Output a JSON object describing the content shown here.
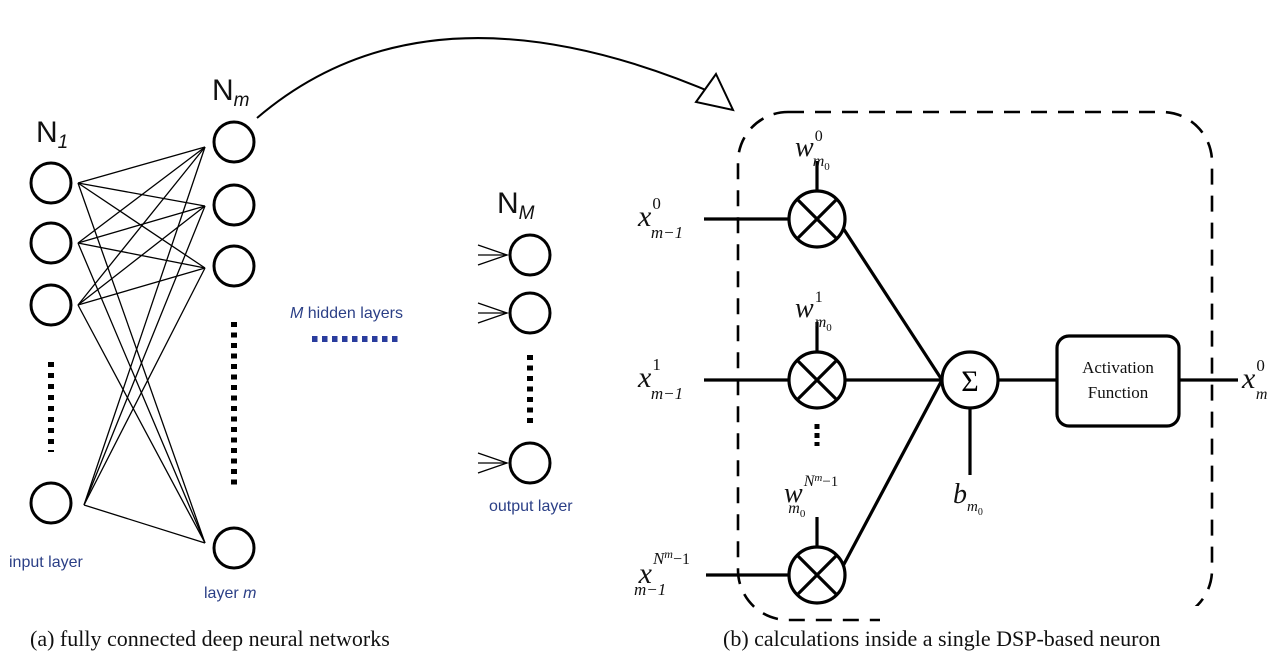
{
  "panel_a": {
    "input_layer": {
      "title": "N",
      "subscript": "1",
      "label": "input layer",
      "visible_nodes": 4
    },
    "hidden_layer": {
      "title": "N",
      "subscript": "m",
      "label_prefix": "layer ",
      "label_var": "m",
      "visible_nodes": 4
    },
    "middle": {
      "label_var": "M",
      "label_text": " hidden layers"
    },
    "output_layer": {
      "title": "N",
      "subscript": "M",
      "label": "output layer",
      "visible_nodes": 3
    },
    "caption": "(a) fully connected deep neural networks",
    "colors": {
      "label_blue": "#2b3f86",
      "dots_blue": "#2a3d9e"
    }
  },
  "panel_b": {
    "inputs": [
      {
        "base": "x",
        "sup": "0",
        "sub": "m−1"
      },
      {
        "base": "x",
        "sup": "1",
        "sub": "m−1"
      },
      {
        "base": "x",
        "sup": "N",
        "sup_sup": "m",
        "sup_tail": "−1",
        "sub": "m−1"
      }
    ],
    "weights": [
      {
        "base": "w",
        "sup": "0",
        "sub": "m",
        "sub_sub": "0"
      },
      {
        "base": "w",
        "sup": "1",
        "sub": "m",
        "sub_sub": "0"
      },
      {
        "base": "w",
        "sup": "N",
        "sup_sup": "m",
        "sup_tail": "−1",
        "sub": "m",
        "sub_sub": "0"
      }
    ],
    "sum_symbol": "Σ",
    "bias": {
      "base": "b",
      "sub": "m",
      "sub_sub": "0"
    },
    "activation": {
      "line1": "Activation",
      "line2": "Function"
    },
    "output": {
      "base": "x",
      "sup": "0",
      "sub": "m"
    },
    "caption": "(b) calculations inside a single DSP-based neuron"
  }
}
